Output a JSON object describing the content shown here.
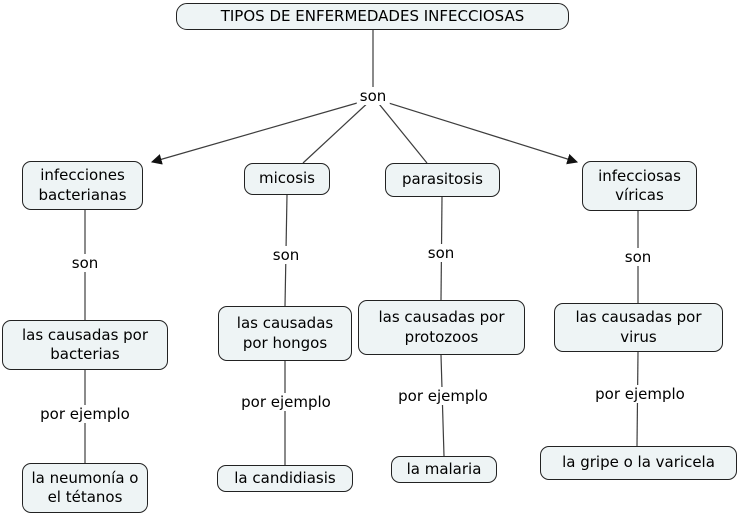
{
  "title": {
    "label": "TIPOS DE ENFERMEDADES INFECCIOSAS"
  },
  "root": {
    "label": "son"
  },
  "branches": [
    {
      "category": "infecciones bacterianas",
      "link1": "son",
      "middle": "las causadas por bacterias",
      "link2": "por ejemplo",
      "example": "la neumonía o el tétanos"
    },
    {
      "category": "micosis",
      "link1": "son",
      "middle": "las causadas por hongos",
      "link2": "por ejemplo",
      "example": "la candidiasis"
    },
    {
      "category": "parasitosis",
      "link1": "son",
      "middle": "las causadas por protozoos",
      "link2": "por ejemplo",
      "example": "la malaria"
    },
    {
      "category": "infecciosas víricas",
      "link1": "son",
      "middle": "las causadas por virus",
      "link2": "por ejemplo",
      "example": "la gripe o la varicela"
    }
  ],
  "colors": {
    "node_fill": "#eef4f5",
    "node_border": "#222222",
    "connector_line": "#3d3d3d",
    "arrowhead": "#111111",
    "text": "#000000",
    "background": "#ffffff"
  }
}
